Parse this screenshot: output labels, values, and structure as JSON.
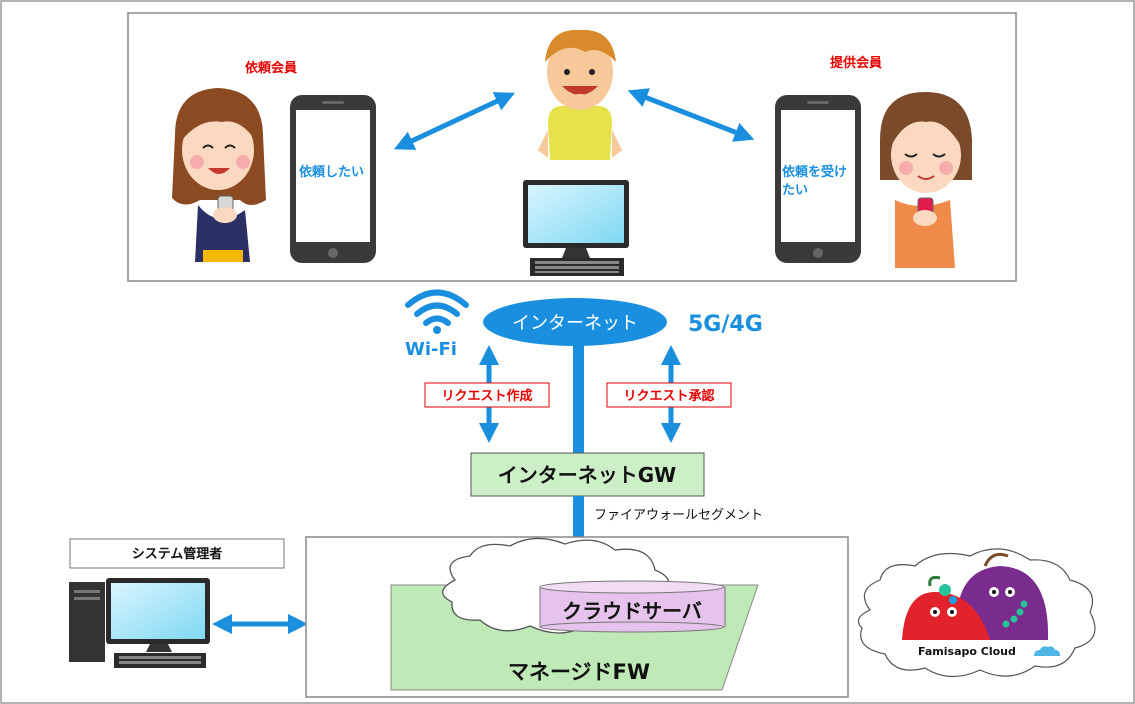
{
  "top_panel": {
    "requester_label": "依頼会員",
    "provider_label": "提供会員",
    "requester_phone_text_1": "依頼したい",
    "provider_phone_text_1": "依頼を受け",
    "provider_phone_text_2": "たい"
  },
  "network": {
    "wifi_label": "Wi-Fi",
    "internet_label": "インターネット",
    "mobile_label": "5G/4G",
    "request_create_label": "リクエスト作成",
    "request_approve_label": "リクエスト承認",
    "gateway_label": "インターネットGW",
    "firewall_segment_label": "ファイアウォールセグメント"
  },
  "cloud_section": {
    "cloud_server_label": "クラウドサーバ",
    "managed_fw_label": "マネージドFW"
  },
  "admin": {
    "label": "システム管理者"
  },
  "brand": {
    "logo_text": "Famisapo Cloud"
  },
  "colors": {
    "arrow_blue": "#1a8fe0",
    "label_red": "#e60000",
    "gateway_green": "#ccefc8",
    "cloud_server_pink": "#e6c3ec",
    "fw_plane_green": "#bfeab7"
  }
}
